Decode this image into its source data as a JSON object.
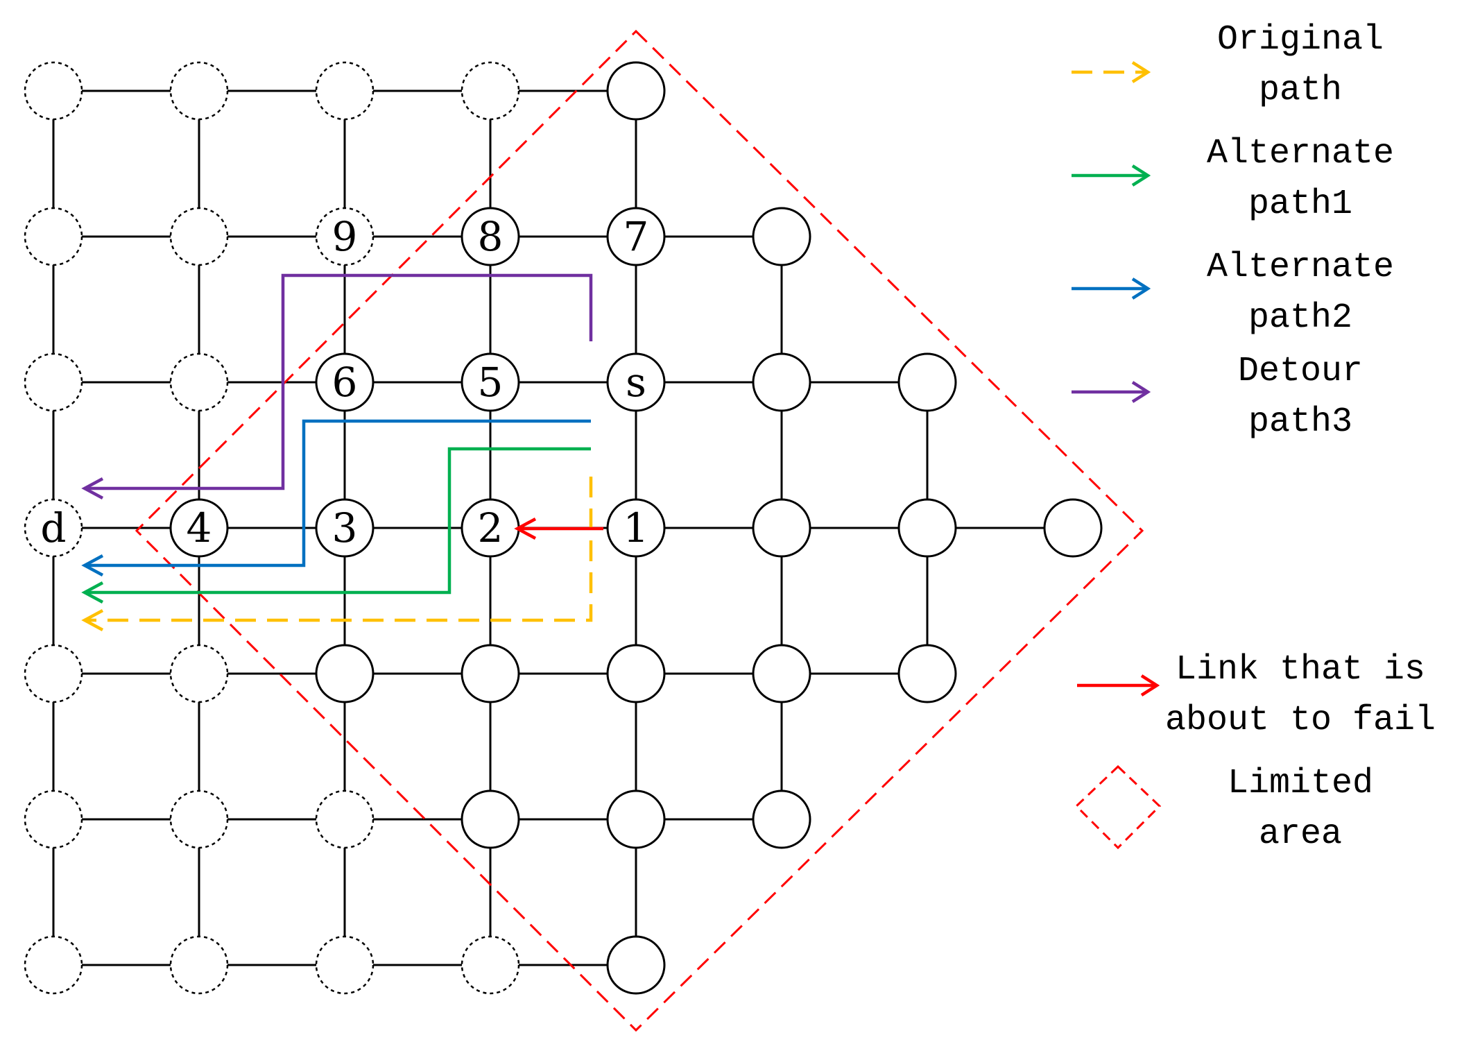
{
  "grid": {
    "cols": 8,
    "rows": 7,
    "nodes": [
      {
        "col": 0,
        "row": 0,
        "style": "dashed"
      },
      {
        "col": 1,
        "row": 0,
        "style": "dashed"
      },
      {
        "col": 2,
        "row": 0,
        "style": "dashed"
      },
      {
        "col": 3,
        "row": 0,
        "style": "dashed"
      },
      {
        "col": 4,
        "row": 0,
        "style": "solid"
      },
      {
        "col": 0,
        "row": 1,
        "style": "dashed"
      },
      {
        "col": 1,
        "row": 1,
        "style": "dashed"
      },
      {
        "col": 2,
        "row": 1,
        "style": "dashed",
        "label": "9"
      },
      {
        "col": 3,
        "row": 1,
        "style": "solid",
        "label": "8"
      },
      {
        "col": 4,
        "row": 1,
        "style": "solid",
        "label": "7"
      },
      {
        "col": 5,
        "row": 1,
        "style": "solid"
      },
      {
        "col": 0,
        "row": 2,
        "style": "dashed"
      },
      {
        "col": 1,
        "row": 2,
        "style": "dashed"
      },
      {
        "col": 2,
        "row": 2,
        "style": "solid",
        "label": "6"
      },
      {
        "col": 3,
        "row": 2,
        "style": "solid",
        "label": "5"
      },
      {
        "col": 4,
        "row": 2,
        "style": "solid",
        "label": "s"
      },
      {
        "col": 5,
        "row": 2,
        "style": "solid"
      },
      {
        "col": 6,
        "row": 2,
        "style": "solid"
      },
      {
        "col": 0,
        "row": 3,
        "style": "dashed",
        "label": "d"
      },
      {
        "col": 1,
        "row": 3,
        "style": "solid",
        "label": "4"
      },
      {
        "col": 2,
        "row": 3,
        "style": "solid",
        "label": "3"
      },
      {
        "col": 3,
        "row": 3,
        "style": "solid",
        "label": "2"
      },
      {
        "col": 4,
        "row": 3,
        "style": "solid",
        "label": "1"
      },
      {
        "col": 5,
        "row": 3,
        "style": "solid"
      },
      {
        "col": 6,
        "row": 3,
        "style": "solid"
      },
      {
        "col": 7,
        "row": 3,
        "style": "solid"
      },
      {
        "col": 0,
        "row": 4,
        "style": "dashed"
      },
      {
        "col": 1,
        "row": 4,
        "style": "dashed"
      },
      {
        "col": 2,
        "row": 4,
        "style": "solid"
      },
      {
        "col": 3,
        "row": 4,
        "style": "solid"
      },
      {
        "col": 4,
        "row": 4,
        "style": "solid"
      },
      {
        "col": 5,
        "row": 4,
        "style": "solid"
      },
      {
        "col": 6,
        "row": 4,
        "style": "solid"
      },
      {
        "col": 0,
        "row": 5,
        "style": "dashed"
      },
      {
        "col": 1,
        "row": 5,
        "style": "dashed"
      },
      {
        "col": 2,
        "row": 5,
        "style": "dashed"
      },
      {
        "col": 3,
        "row": 5,
        "style": "solid"
      },
      {
        "col": 4,
        "row": 5,
        "style": "solid"
      },
      {
        "col": 5,
        "row": 5,
        "style": "solid"
      },
      {
        "col": 0,
        "row": 6,
        "style": "dashed"
      },
      {
        "col": 1,
        "row": 6,
        "style": "dashed"
      },
      {
        "col": 2,
        "row": 6,
        "style": "dashed"
      },
      {
        "col": 3,
        "row": 6,
        "style": "dashed"
      },
      {
        "col": 4,
        "row": 6,
        "style": "solid"
      }
    ]
  },
  "paths": {
    "original": {
      "color": "#ffc000",
      "style": "dashed"
    },
    "alternate1": {
      "color": "#00b050",
      "style": "solid"
    },
    "alternate2": {
      "color": "#0070c0",
      "style": "solid"
    },
    "detour3": {
      "color": "#7030a0",
      "style": "solid"
    },
    "failing_link": {
      "color": "#ff0000",
      "style": "solid"
    },
    "limited_area": {
      "color": "#ff0000",
      "style": "dashed"
    }
  },
  "legend": [
    {
      "key": "original",
      "lines": [
        "Original",
        "path"
      ]
    },
    {
      "key": "alternate1",
      "lines": [
        "Alternate",
        "path1"
      ]
    },
    {
      "key": "alternate2",
      "lines": [
        "Alternate",
        "path2"
      ]
    },
    {
      "key": "detour3",
      "lines": [
        "Detour",
        "path3"
      ]
    },
    {
      "key": "failing_link",
      "lines": [
        "Link that is",
        "about to fail"
      ]
    },
    {
      "key": "limited_area",
      "lines": [
        "Limited",
        "area"
      ]
    }
  ]
}
